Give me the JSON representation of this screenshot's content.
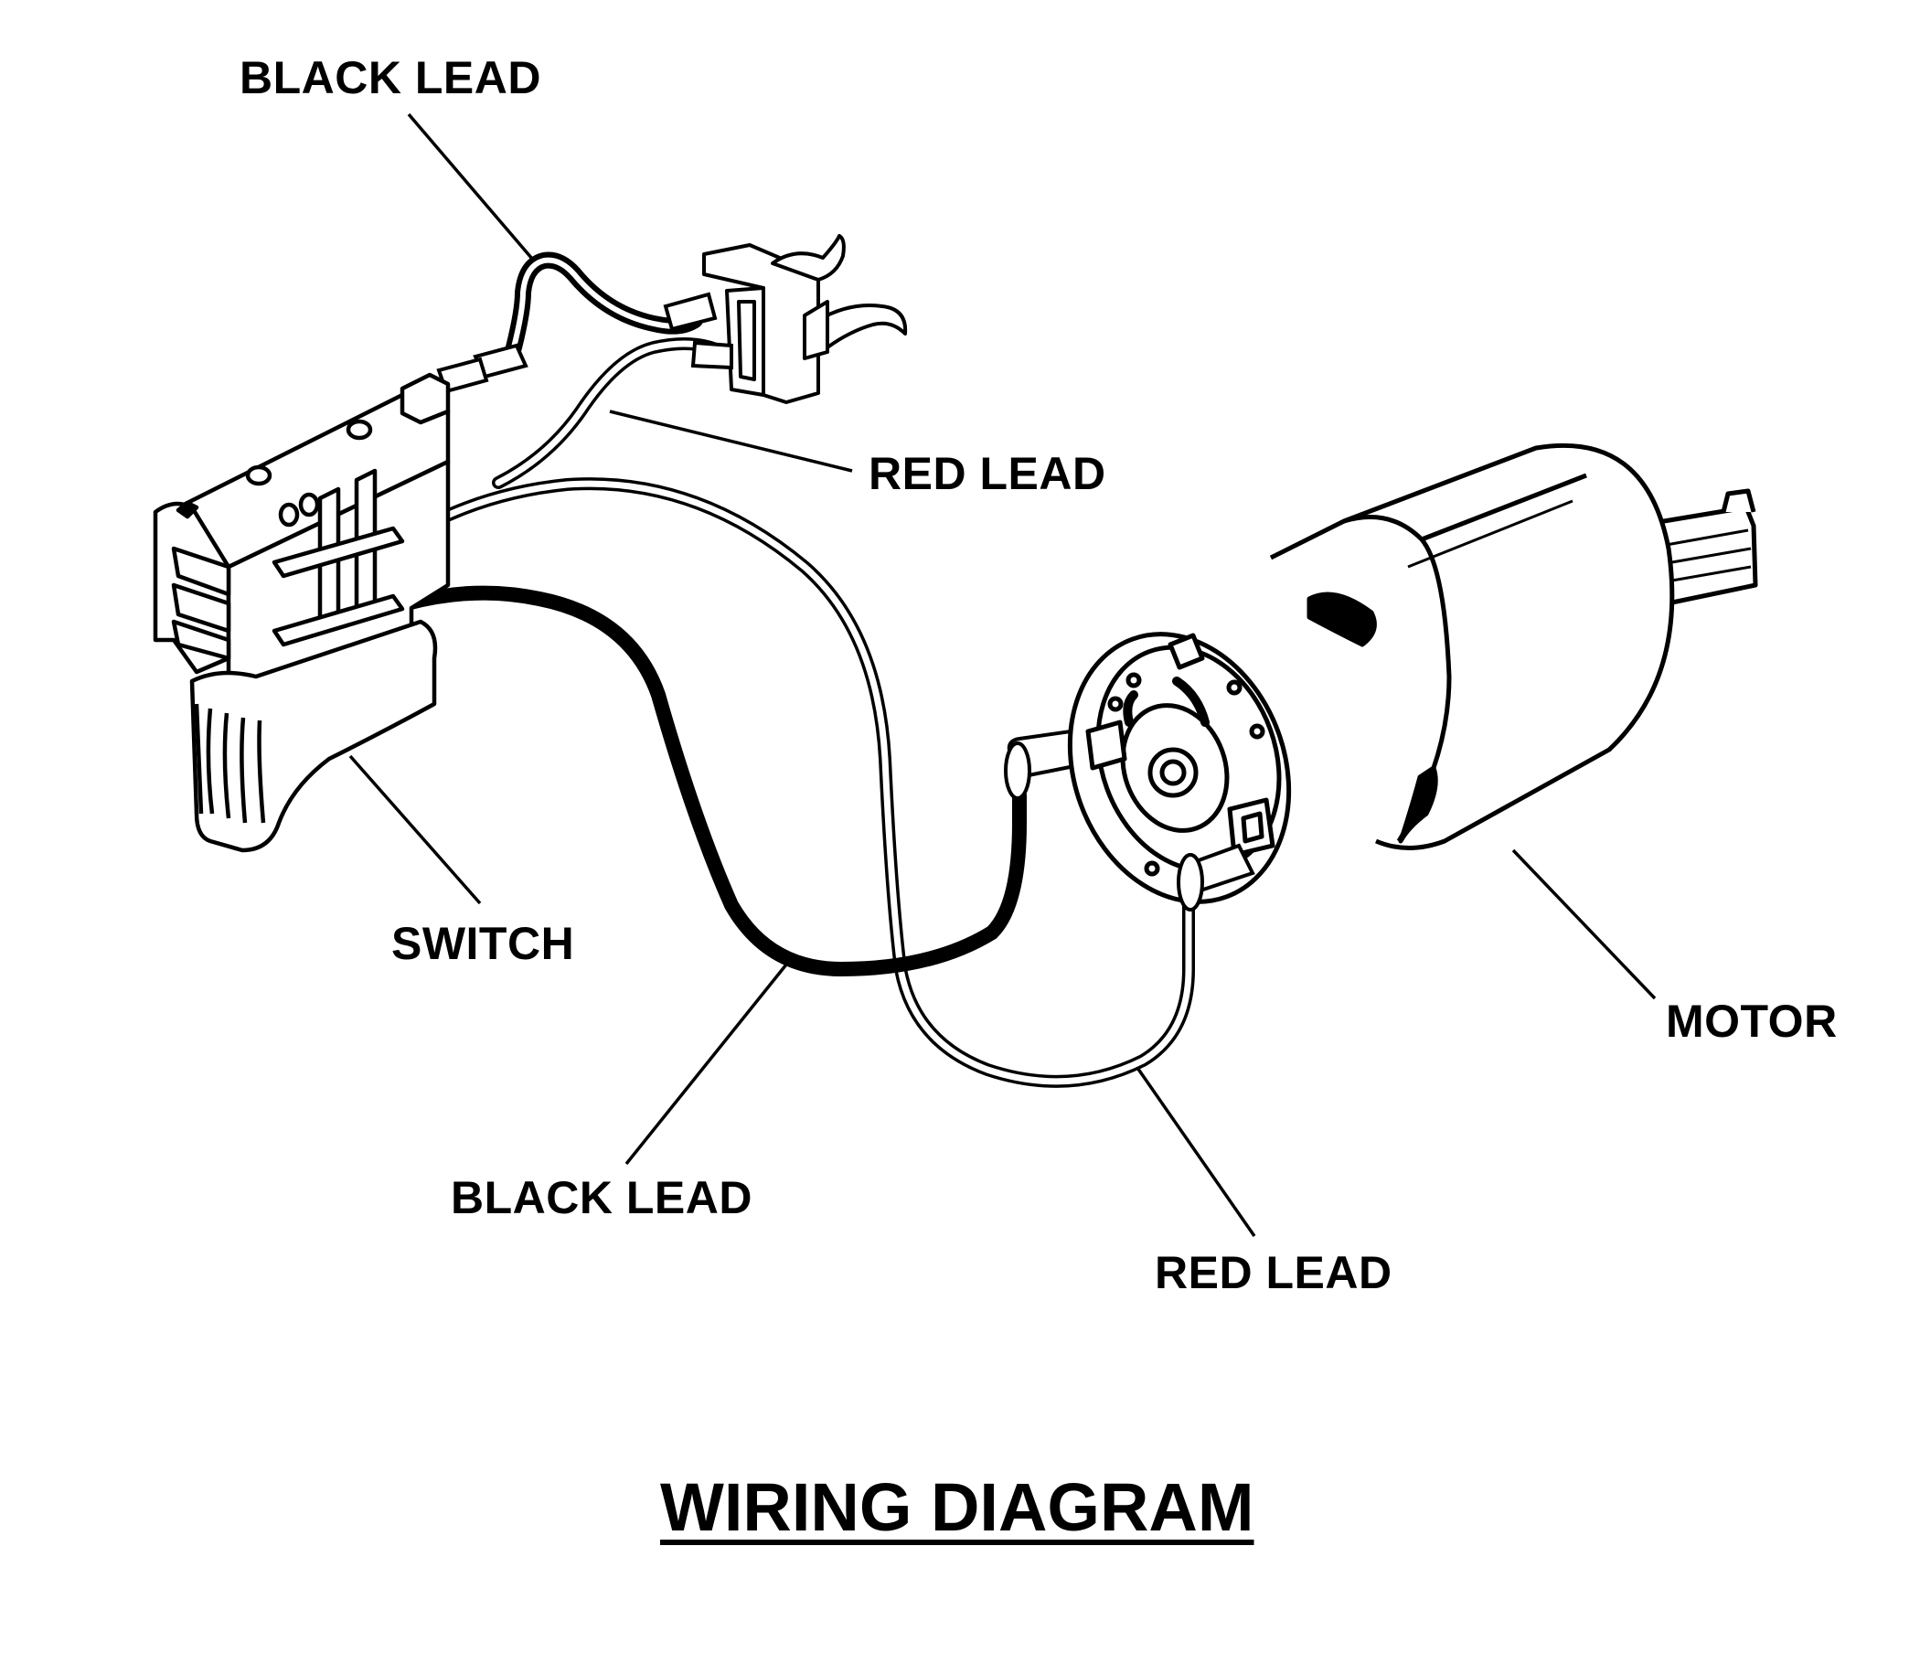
{
  "title": "WIRING DIAGRAM",
  "labels": {
    "black_lead_top": "BLACK LEAD",
    "red_lead_top": "RED LEAD",
    "switch": "SWITCH",
    "motor": "MOTOR",
    "black_lead_bottom": "BLACK LEAD",
    "red_lead_bottom": "RED LEAD"
  }
}
